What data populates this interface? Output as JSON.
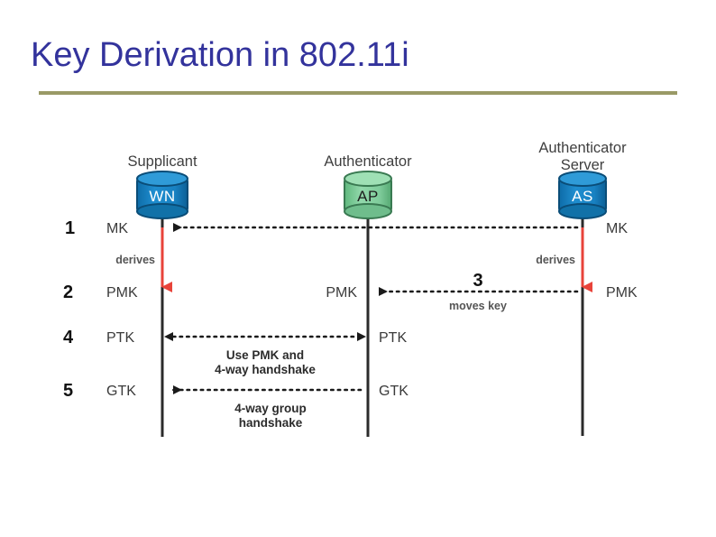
{
  "slide": {
    "title": "Key Derivation in 802.11i",
    "title_color": "#33339C",
    "rule_color": "#9A9A66",
    "background": "#FFFFFF"
  },
  "diagram": {
    "type": "sequence-diagram",
    "lanes": [
      {
        "id": "supplicant",
        "title": "Supplicant",
        "node_label": "WN",
        "node_color": "#1881C2",
        "node_text_color": "#FFFFFF"
      },
      {
        "id": "authenticator",
        "title": "Authenticator",
        "node_label": "AP",
        "node_color": "#7FCC9B",
        "node_text_color": "#1D1D1D"
      },
      {
        "id": "authenticator-server",
        "title_line1": "Authenticator",
        "title_line2": "Server",
        "title": "Authenticator Server",
        "node_label": "AS",
        "node_color": "#1881C2",
        "node_text_color": "#FFFFFF"
      }
    ],
    "steps": [
      {
        "number": "1",
        "left_key": "MK",
        "right_key": "MK",
        "edge_label": "",
        "direction": "right-to-left",
        "style": "dotted"
      },
      {
        "number": "2",
        "left_key": "PMK",
        "middle_key": "PMK",
        "right_key": "PMK",
        "edge_label": "",
        "direction": "",
        "style": ""
      },
      {
        "number": "3",
        "edge_label": "moves key",
        "direction": "right-to-left",
        "style": "dotted",
        "from": "authenticator-server",
        "to": "authenticator"
      },
      {
        "number": "4",
        "left_key": "PTK",
        "middle_key": "PTK",
        "edge_label_line1": "Use PMK and",
        "edge_label_line2": "4-way handshake",
        "direction": "bidirectional",
        "style": "dotted"
      },
      {
        "number": "5",
        "left_key": "GTK",
        "middle_key": "GTK",
        "edge_label_line1": "4-way group",
        "edge_label_line2": "handshake",
        "direction": "right-to-left",
        "style": "dotted"
      }
    ],
    "derives_label_left": "derives",
    "derives_label_right": "derives",
    "derives_arrow_color": "#E8433A",
    "lifeline_color": "#2B2B2B"
  }
}
